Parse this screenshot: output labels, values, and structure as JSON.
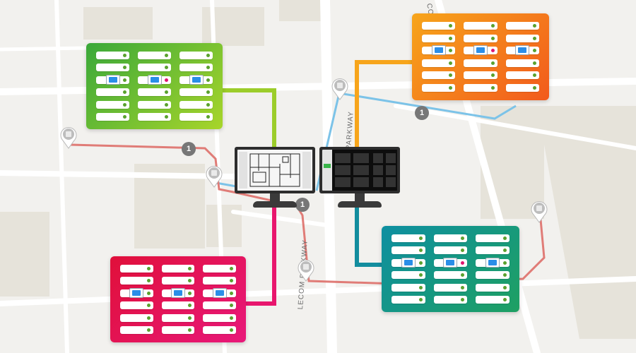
{
  "map": {
    "road_labels": [
      "LECOM PARKWAY",
      "PARKWAY",
      "COMA"
    ],
    "badges": [
      "1",
      "1",
      "1"
    ]
  },
  "panels": [
    {
      "id": "green",
      "colors": [
        "#3aa83a",
        "#a8d52a"
      ],
      "active": [
        0,
        1,
        2
      ],
      "alarm": [
        1
      ]
    },
    {
      "id": "orange",
      "colors": [
        "#f7a51b",
        "#f25a1c"
      ],
      "active": [
        0,
        1,
        2
      ],
      "alarm": [
        1
      ]
    },
    {
      "id": "red",
      "colors": [
        "#e0103a",
        "#e8187a"
      ],
      "active": [
        0,
        1,
        2
      ],
      "alarm": []
    },
    {
      "id": "teal",
      "colors": [
        "#0e8fa1",
        "#1ea062"
      ],
      "active": [
        0,
        1,
        2
      ],
      "alarm": [
        1
      ]
    }
  ],
  "colors": {
    "green_link": "#9ccd2a",
    "orange_link": "#f7a51b",
    "red_link": "#e8166d",
    "teal_link": "#138d9e",
    "blue_route": "#7cc3e8",
    "red_route": "#e07c77",
    "road": "#ffffff",
    "block": "#e7e4dc"
  },
  "icons": [
    "server-rack-icon",
    "map-pin-icon",
    "monitor-icon"
  ]
}
